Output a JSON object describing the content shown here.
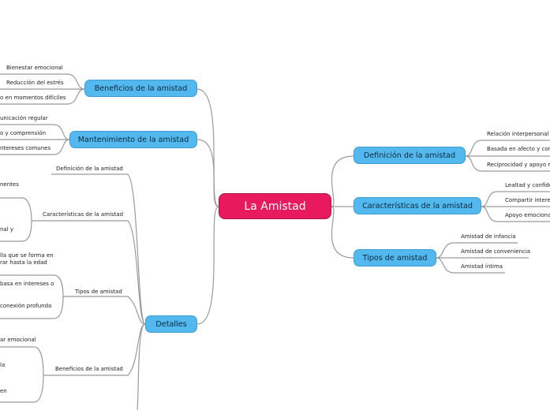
{
  "central": "La Amistad",
  "right_branches": [
    {
      "label": "Definición de la amistad",
      "children": [
        "Relación interpersonal",
        "Basada en afecto y con",
        "Reciprocidad y apoyo m"
      ]
    },
    {
      "label": "Características de la amistad",
      "children": [
        "Lealtad y confide",
        "Compartir intere",
        "Apoyo emociona"
      ]
    },
    {
      "label": "Tipos de amistad",
      "children": [
        "Amistad de infancia",
        "Amistad de conveniencia",
        "Amistad íntima"
      ]
    }
  ],
  "left_branches": [
    {
      "label": "Beneficios de la amistad",
      "children": [
        "Bienestar emocional",
        "Reducción del estrés",
        "o en momentos difíciles"
      ]
    },
    {
      "label": "Mantenimiento de la amistad",
      "children": [
        "unicación regular",
        "o y comprensión",
        "ntereses comunes"
      ]
    },
    {
      "label": "Detalles"
    }
  ],
  "details": {
    "groups": [
      {
        "label": "Definición de la amistad",
        "children": []
      },
      {
        "label": "Características de la amistad",
        "children": [
          "nentes",
          "nal y"
        ]
      },
      {
        "label": "Tipos de amistad",
        "children": [
          "lla que se forma en",
          "rar hasta la edad",
          "basa en intereses o",
          "conexión profunda"
        ]
      },
      {
        "label": "Beneficios de la amistad",
        "children": [
          "ar emocional",
          "la",
          "en"
        ]
      }
    ]
  },
  "colors": {
    "central": "#e8195d",
    "main": "#53b8ee",
    "line": "#9a9a9a"
  }
}
